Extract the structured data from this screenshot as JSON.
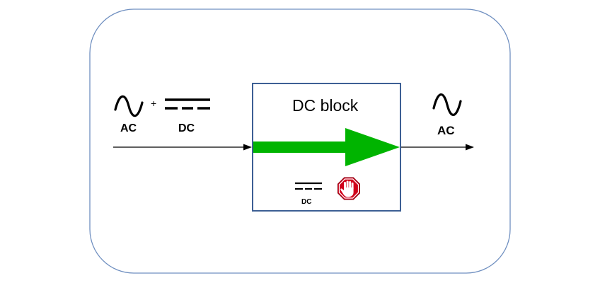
{
  "input": {
    "ac_label": "AC",
    "plus": "+",
    "dc_label": "DC"
  },
  "block": {
    "title": "DC block",
    "blocked_label": "DC",
    "stop_icon": "stop-hand-icon"
  },
  "output": {
    "ac_label": "AC"
  },
  "colors": {
    "frame_border": "#6f8fc0",
    "block_border": "#3d5f94",
    "arrow_green": "#00b400",
    "stop_red": "#d0021b",
    "wire": "#000000"
  }
}
